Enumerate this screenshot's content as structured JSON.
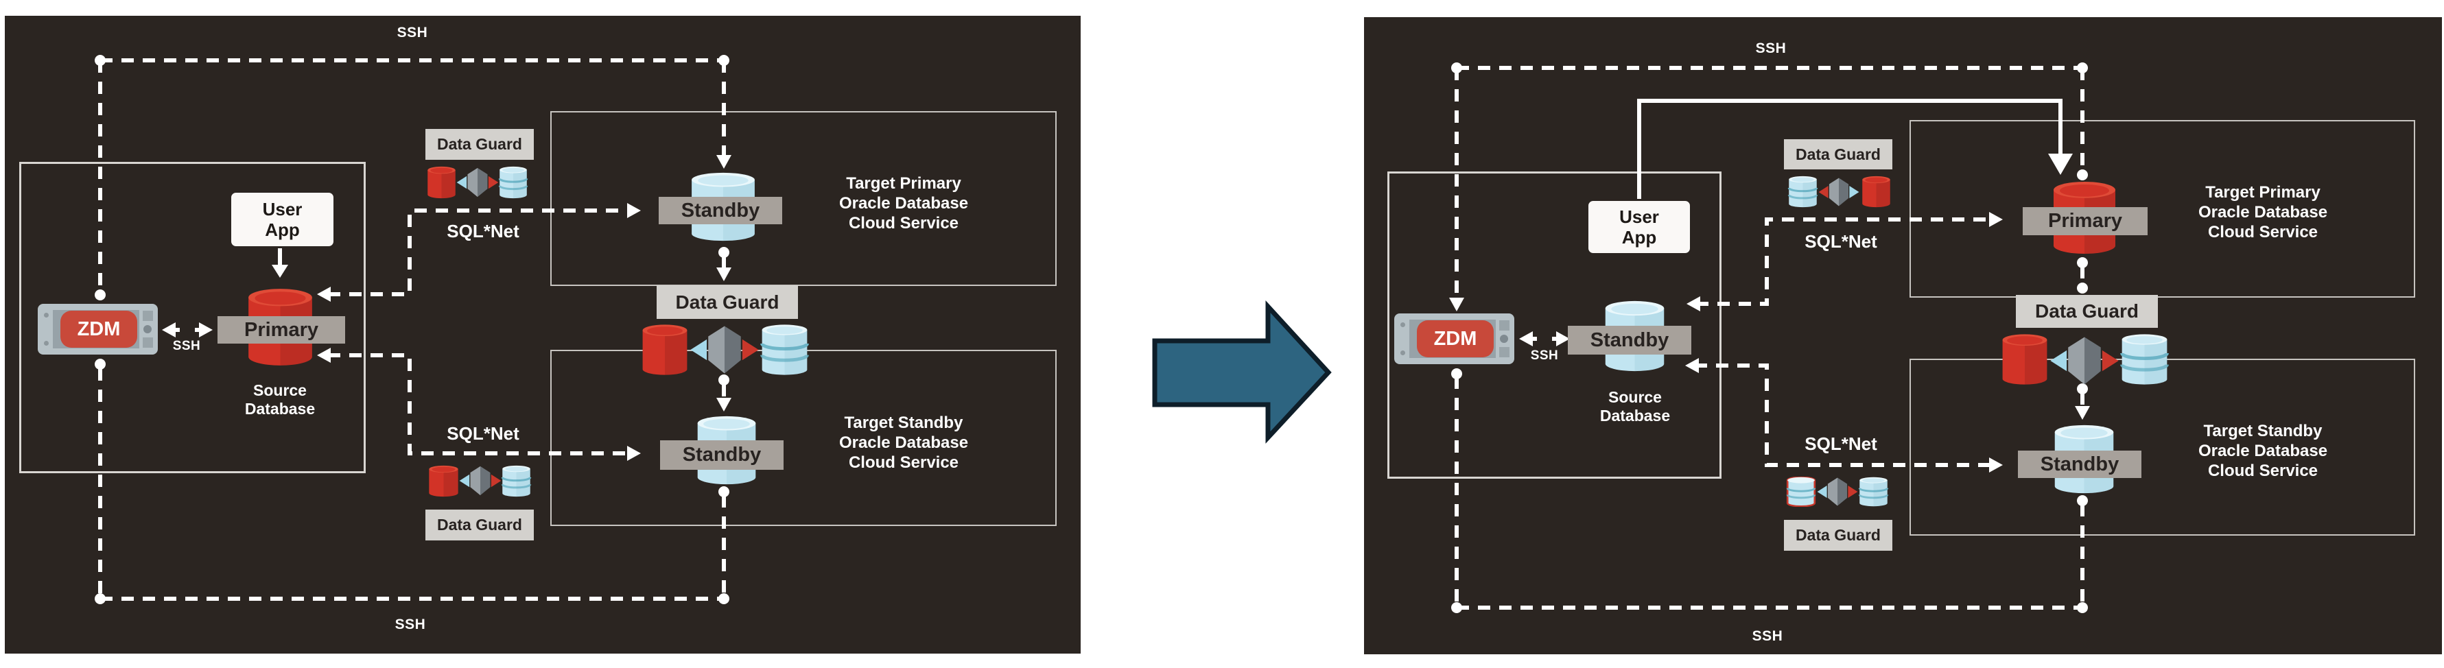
{
  "colors": {
    "panel_bg": "#2b2521",
    "oracle_red": "#d23327",
    "db_blue": "#bfe2ee",
    "band_gray": "#a7a19b",
    "label_gray": "#d3d1cd",
    "transition_arrow_blue": "#2d6480",
    "line_white": "#ffffff"
  },
  "left": {
    "ssh_top": "SSH",
    "ssh_bottom": "SSH",
    "zdm": "ZDM",
    "zdm_ssh": "SSH",
    "user_app": [
      "User",
      "App"
    ],
    "source_role": "Primary",
    "source_caption": [
      "Source",
      "Database"
    ],
    "dg_labels": {
      "top": "Data Guard",
      "middle": "Data Guard",
      "bottom": "Data Guard"
    },
    "sqlnet": {
      "top": "SQL*Net",
      "bottom": "SQL*Net"
    },
    "target_primary": {
      "role": "Standby",
      "caption": [
        "Target Primary",
        "Oracle Database",
        "Cloud Service"
      ]
    },
    "target_standby": {
      "role": "Standby",
      "caption": [
        "Target Standby",
        "Oracle Database",
        "Cloud Service"
      ]
    }
  },
  "right": {
    "ssh_top": "SSH",
    "ssh_bottom": "SSH",
    "zdm": "ZDM",
    "zdm_ssh": "SSH",
    "user_app": [
      "User",
      "App"
    ],
    "source_role": "Standby",
    "source_caption": [
      "Source",
      "Database"
    ],
    "dg_labels": {
      "top": "Data Guard",
      "middle": "Data Guard",
      "bottom": "Data Guard"
    },
    "sqlnet": {
      "top": "SQL*Net",
      "bottom": "SQL*Net"
    },
    "target_primary": {
      "role": "Primary",
      "caption": [
        "Target Primary",
        "Oracle Database",
        "Cloud Service"
      ]
    },
    "target_standby": {
      "role": "Standby",
      "caption": [
        "Target Standby",
        "Oracle Database",
        "Cloud Service"
      ]
    }
  }
}
